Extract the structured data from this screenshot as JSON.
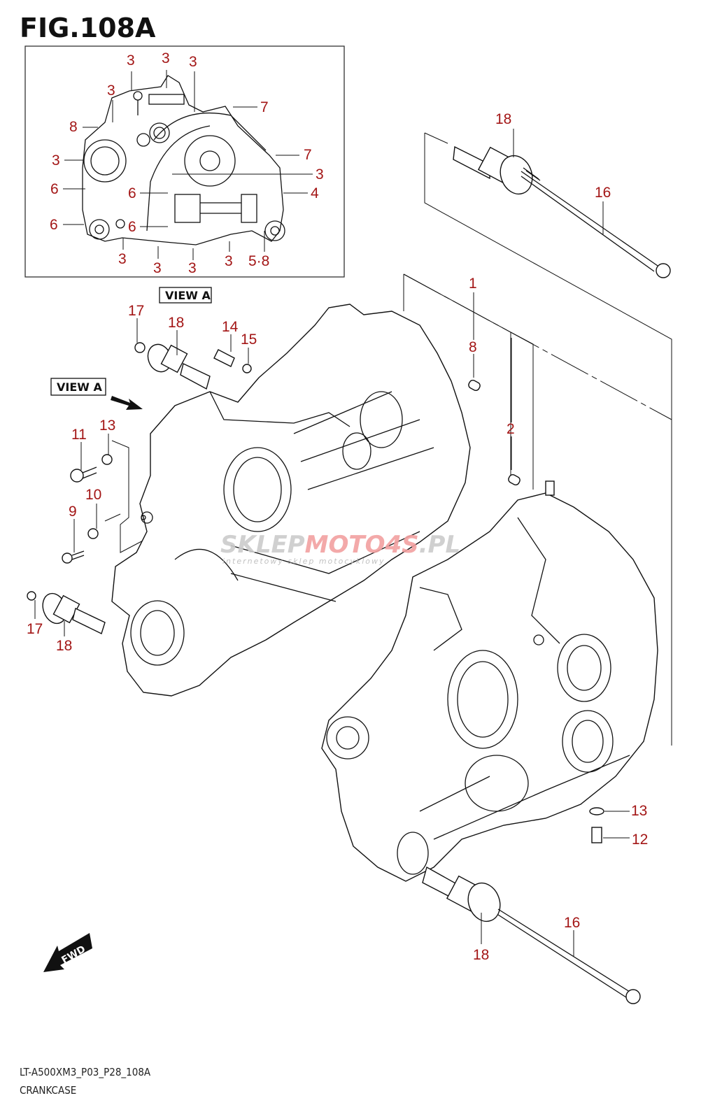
{
  "figure": {
    "title": "FIG.108A",
    "model_code": "LT-A500XM3_P03_P28_108A",
    "section_name": "CRANKCASE"
  },
  "view_labels": {
    "inset_view": "VIEW A",
    "pointer_view": "VIEW A",
    "fwd": "FWD"
  },
  "watermark": {
    "text_gray": "SKLEP",
    "text_red": "MOTO4S",
    "text_suffix": ".PL",
    "subtitle": "internetowy sklep motocyklowy",
    "colors": {
      "gray": "#cccccc",
      "red": "#f2a0a0"
    }
  },
  "colors": {
    "callout": "#a31616",
    "line": "#111111"
  },
  "inset_callouts": [
    {
      "id": "i1",
      "label": "3"
    },
    {
      "id": "i2",
      "label": "3"
    },
    {
      "id": "i3",
      "label": "3"
    },
    {
      "id": "i4",
      "label": "3"
    },
    {
      "id": "i5",
      "label": "7"
    },
    {
      "id": "i6",
      "label": "8"
    },
    {
      "id": "i7",
      "label": "3"
    },
    {
      "id": "i8",
      "label": "7"
    },
    {
      "id": "i9",
      "label": "3"
    },
    {
      "id": "i10",
      "label": "6"
    },
    {
      "id": "i11",
      "label": "6"
    },
    {
      "id": "i12",
      "label": "4"
    },
    {
      "id": "i13",
      "label": "6"
    },
    {
      "id": "i14",
      "label": "6"
    },
    {
      "id": "i15",
      "label": "3"
    },
    {
      "id": "i16",
      "label": "3"
    },
    {
      "id": "i17",
      "label": "3"
    },
    {
      "id": "i18",
      "label": "3"
    },
    {
      "id": "i19",
      "label": "5·8"
    }
  ],
  "callouts": [
    {
      "id": "c1",
      "label": "18"
    },
    {
      "id": "c2",
      "label": "16"
    },
    {
      "id": "c3",
      "label": "17"
    },
    {
      "id": "c4",
      "label": "18"
    },
    {
      "id": "c5",
      "label": "14"
    },
    {
      "id": "c6",
      "label": "15"
    },
    {
      "id": "c7",
      "label": "1"
    },
    {
      "id": "c8",
      "label": "8"
    },
    {
      "id": "c9",
      "label": "2"
    },
    {
      "id": "c10",
      "label": "11"
    },
    {
      "id": "c11",
      "label": "13"
    },
    {
      "id": "c12",
      "label": "10"
    },
    {
      "id": "c13",
      "label": "9"
    },
    {
      "id": "c14",
      "label": "17"
    },
    {
      "id": "c15",
      "label": "18"
    },
    {
      "id": "c16",
      "label": "13"
    },
    {
      "id": "c17",
      "label": "12"
    },
    {
      "id": "c18",
      "label": "18"
    },
    {
      "id": "c19",
      "label": "16"
    }
  ]
}
